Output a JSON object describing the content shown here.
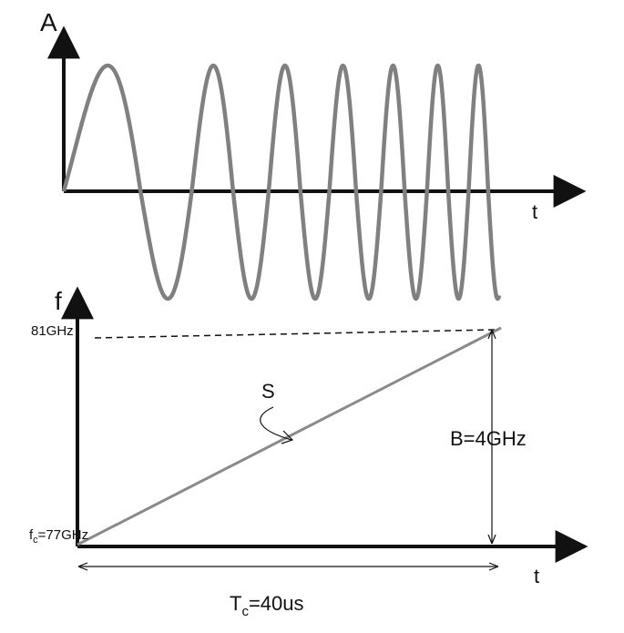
{
  "top_plot": {
    "y_axis_label": "A",
    "x_axis_label": "t"
  },
  "bottom_plot": {
    "y_axis_label": "f",
    "x_axis_label": "t",
    "f_high_label": "81GHz",
    "f_low_prefix": "f",
    "f_low_subscript": "c",
    "f_low_value": "=77GHz",
    "slope_label": "S",
    "bandwidth_label": "B=4GHz",
    "duration_prefix": "T",
    "duration_subscript": "c",
    "duration_value": "=40us"
  },
  "colors": {
    "axis": "#111111",
    "signal": "#808080",
    "ramp": "#8a8a8a"
  }
}
